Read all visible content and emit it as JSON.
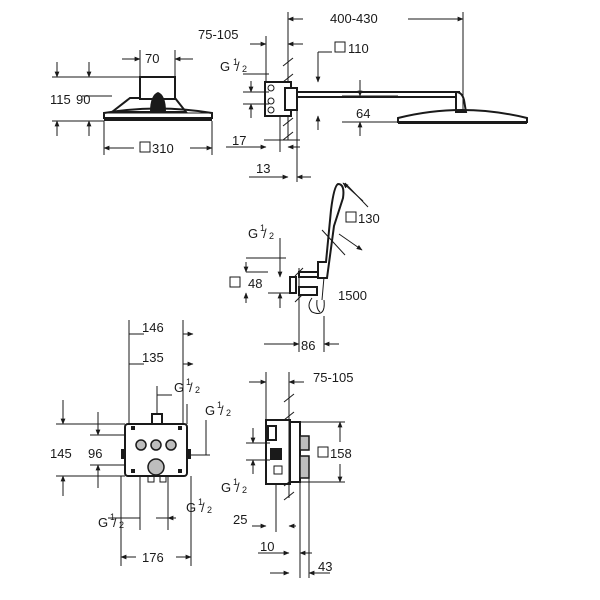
{
  "colors": {
    "line": "#1a1a1a",
    "background": "#ffffff",
    "grey_fill": "#bdbdbd"
  },
  "head_front": {
    "width_top": "70",
    "height_total": "115",
    "height_inner": "90",
    "diameter": "310"
  },
  "head_side": {
    "projection": "75-105",
    "arm_length": "400-430",
    "thread": "G",
    "thread_frac_num": "1",
    "thread_frac_den": "2",
    "flange": "110",
    "drop": "64",
    "offset_17": "17",
    "offset_13": "13"
  },
  "hand_shower": {
    "thread": "G",
    "thread_frac_num": "1",
    "thread_frac_den": "2",
    "head_size": "130",
    "flange": "48",
    "hose_length": "1500",
    "projection": "86"
  },
  "box_front": {
    "width_146": "146",
    "width_135": "135",
    "height_145": "145",
    "height_96": "96",
    "width_176": "176",
    "thread": "G",
    "thread_frac_num": "1",
    "thread_frac_den": "2"
  },
  "box_side": {
    "projection": "75-105",
    "plate": "158",
    "depth_25": "25",
    "depth_10": "10",
    "depth_43": "43",
    "thread": "G",
    "thread_frac_num": "1",
    "thread_frac_den": "2"
  }
}
